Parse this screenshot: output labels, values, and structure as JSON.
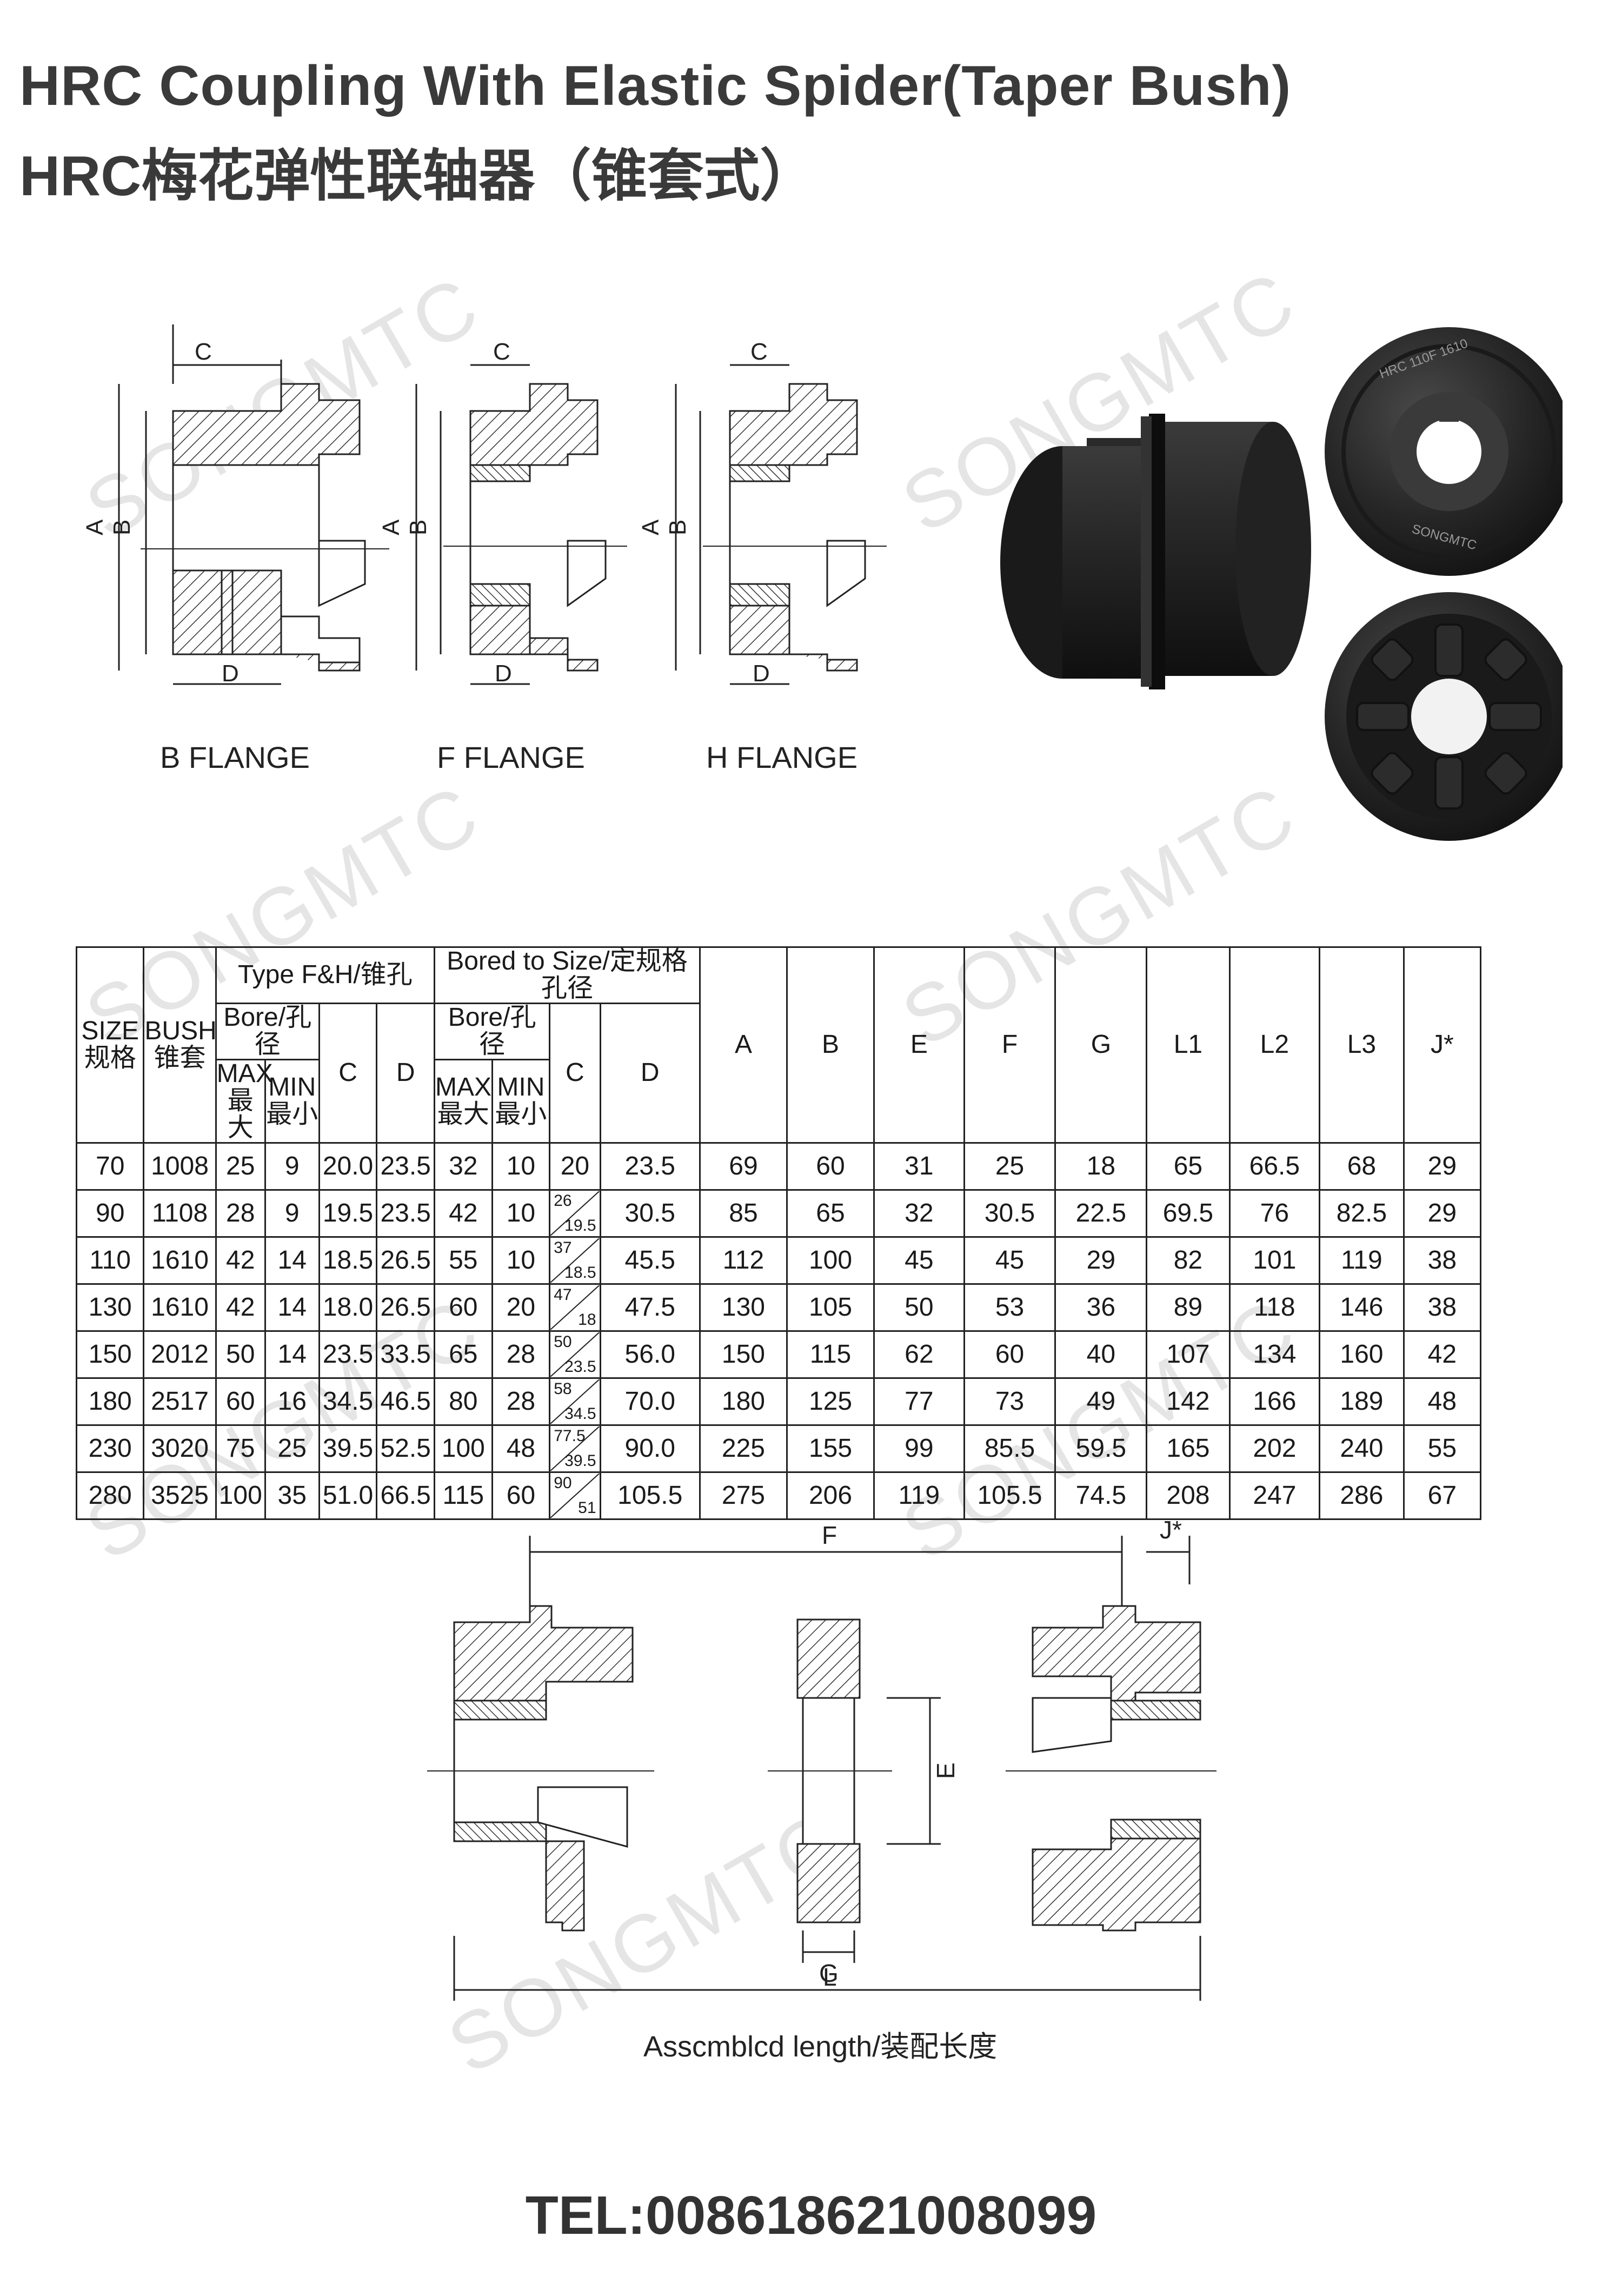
{
  "titles": {
    "en": "HRC Coupling With Elastic Spider(Taper Bush)",
    "cn": "HRC梅花弹性联轴器（锥套式）"
  },
  "watermark": "SONGMTC",
  "product_marks": {
    "hub_text": "HRC 110F 1610",
    "hub_brand": "SONGMTC"
  },
  "flanges": [
    {
      "label": "B FLANGE",
      "dims": [
        "C",
        "A",
        "B",
        "D"
      ]
    },
    {
      "label": "F FLANGE",
      "dims": [
        "C",
        "A",
        "B",
        "D"
      ]
    },
    {
      "label": "H FLANGE",
      "dims": [
        "C",
        "A",
        "B",
        "D"
      ]
    }
  ],
  "table": {
    "group_taper": "Type F&H/锥孔",
    "group_bored": "Bored to Size/定规格孔径",
    "size_en": "SIZE",
    "size_cn": "规格",
    "bush_en": "BUSH",
    "bush_cn": "锥套",
    "bore": "Bore/孔径",
    "max_en": "MAX",
    "max_cn": "最大",
    "min_en": "MIN",
    "min_cn": "最小",
    "cols": [
      "C",
      "D",
      "A",
      "B",
      "E",
      "F",
      "G",
      "L1",
      "L2",
      "L3",
      "J*"
    ],
    "rows": [
      {
        "size": "70",
        "bush": "1008",
        "tmax": "25",
        "tmin": "9",
        "tc": "20.0",
        "td": "23.5",
        "bmax": "32",
        "bmin": "10",
        "bc": "20",
        "bc2": "",
        "bd": "23.5",
        "A": "69",
        "B": "60",
        "E": "31",
        "F": "25",
        "G": "18",
        "L1": "65",
        "L2": "66.5",
        "L3": "68",
        "J": "29"
      },
      {
        "size": "90",
        "bush": "1108",
        "tmax": "28",
        "tmin": "9",
        "tc": "19.5",
        "td": "23.5",
        "bmax": "42",
        "bmin": "10",
        "bc": "26",
        "bc2": "19.5",
        "bd": "30.5",
        "A": "85",
        "B": "65",
        "E": "32",
        "F": "30.5",
        "G": "22.5",
        "L1": "69.5",
        "L2": "76",
        "L3": "82.5",
        "J": "29"
      },
      {
        "size": "110",
        "bush": "1610",
        "tmax": "42",
        "tmin": "14",
        "tc": "18.5",
        "td": "26.5",
        "bmax": "55",
        "bmin": "10",
        "bc": "37",
        "bc2": "18.5",
        "bd": "45.5",
        "A": "112",
        "B": "100",
        "E": "45",
        "F": "45",
        "G": "29",
        "L1": "82",
        "L2": "101",
        "L3": "119",
        "J": "38"
      },
      {
        "size": "130",
        "bush": "1610",
        "tmax": "42",
        "tmin": "14",
        "tc": "18.0",
        "td": "26.5",
        "bmax": "60",
        "bmin": "20",
        "bc": "47",
        "bc2": "18",
        "bd": "47.5",
        "A": "130",
        "B": "105",
        "E": "50",
        "F": "53",
        "G": "36",
        "L1": "89",
        "L2": "118",
        "L3": "146",
        "J": "38"
      },
      {
        "size": "150",
        "bush": "2012",
        "tmax": "50",
        "tmin": "14",
        "tc": "23.5",
        "td": "33.5",
        "bmax": "65",
        "bmin": "28",
        "bc": "50",
        "bc2": "23.5",
        "bd": "56.0",
        "A": "150",
        "B": "115",
        "E": "62",
        "F": "60",
        "G": "40",
        "L1": "107",
        "L2": "134",
        "L3": "160",
        "J": "42"
      },
      {
        "size": "180",
        "bush": "2517",
        "tmax": "60",
        "tmin": "16",
        "tc": "34.5",
        "td": "46.5",
        "bmax": "80",
        "bmin": "28",
        "bc": "58",
        "bc2": "34.5",
        "bd": "70.0",
        "A": "180",
        "B": "125",
        "E": "77",
        "F": "73",
        "G": "49",
        "L1": "142",
        "L2": "166",
        "L3": "189",
        "J": "48"
      },
      {
        "size": "230",
        "bush": "3020",
        "tmax": "75",
        "tmin": "25",
        "tc": "39.5",
        "td": "52.5",
        "bmax": "100",
        "bmin": "48",
        "bc": "77.5",
        "bc2": "39.5",
        "bd": "90.0",
        "A": "225",
        "B": "155",
        "E": "99",
        "F": "85.5",
        "G": "59.5",
        "L1": "165",
        "L2": "202",
        "L3": "240",
        "J": "55"
      },
      {
        "size": "280",
        "bush": "3525",
        "tmax": "100",
        "tmin": "35",
        "tc": "51.0",
        "td": "66.5",
        "bmax": "115",
        "bmin": "60",
        "bc": "90",
        "bc2": "51",
        "bd": "105.5",
        "A": "275",
        "B": "206",
        "E": "119",
        "F": "105.5",
        "G": "74.5",
        "L1": "208",
        "L2": "247",
        "L3": "286",
        "J": "67"
      }
    ]
  },
  "assembly": {
    "dims": [
      "F",
      "J*",
      "E",
      "G",
      "L"
    ],
    "caption": "Asscmblcd length/装配长度"
  },
  "contact": {
    "tel": "TEL:008618621008099"
  }
}
